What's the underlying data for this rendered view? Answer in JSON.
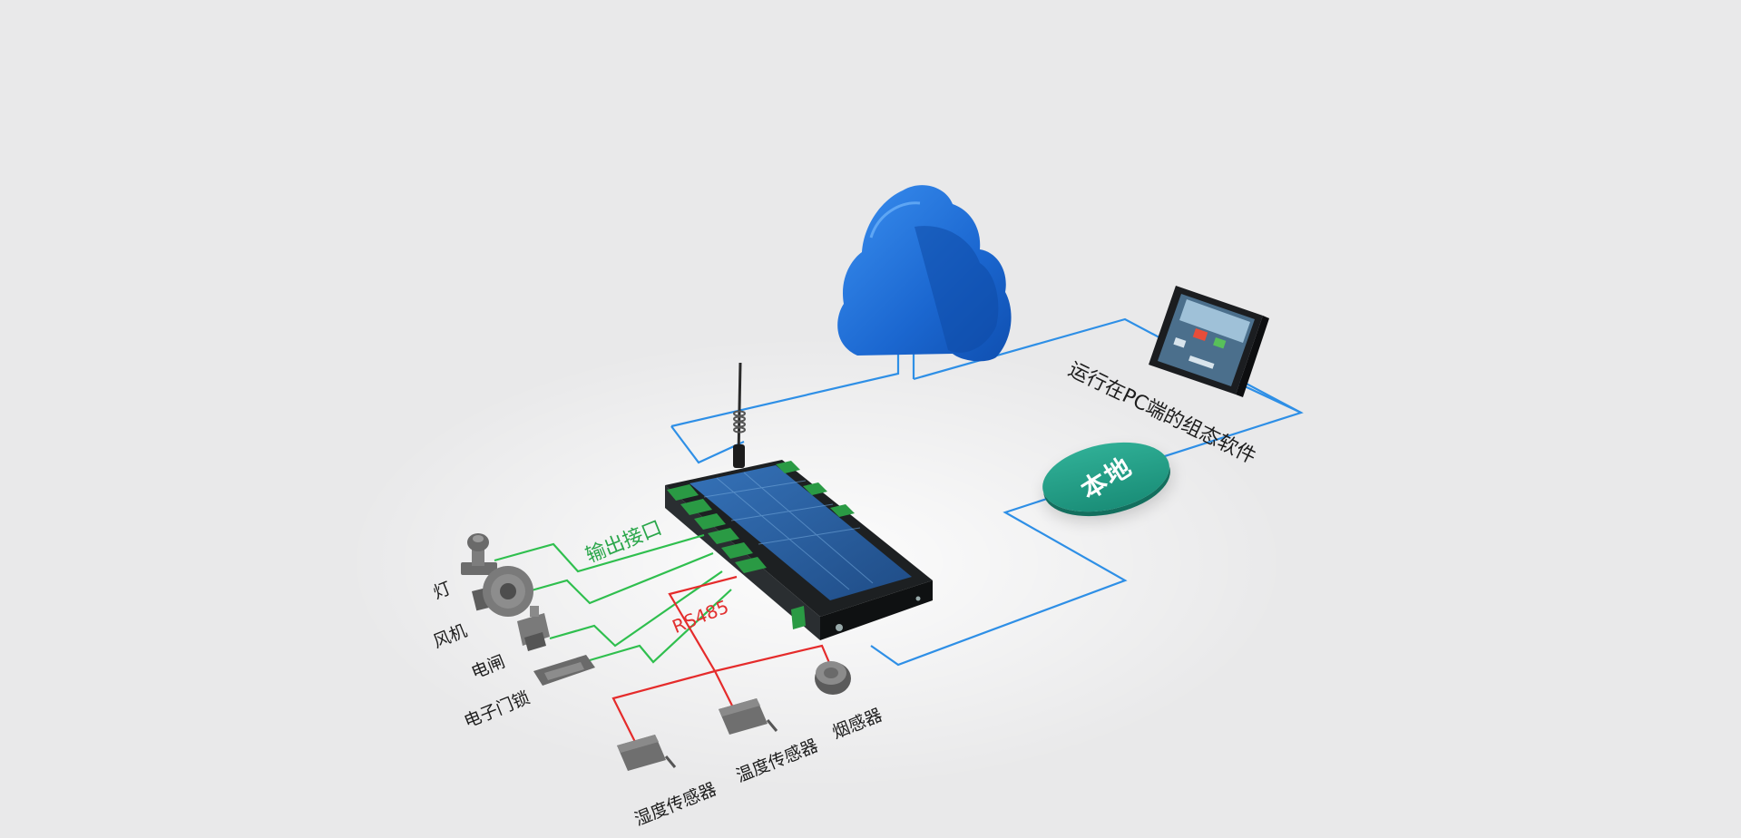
{
  "labels": {
    "output_interface": "输出接口",
    "rs485": "RS485",
    "pc_software": "运行在PC端的组态软件",
    "local": "本地"
  },
  "devices": {
    "light": "灯",
    "fan": "风机",
    "switch": "电闸",
    "door_lock": "电子门锁",
    "humidity_sensor": "湿度传感器",
    "temperature_sensor": "温度传感器",
    "smoke_detector": "烟感器"
  },
  "colors": {
    "background": "#e9e9ea",
    "green_line": "#2fbf4e",
    "red_line": "#e52b2b",
    "blue_line": "#2e8fe6",
    "cloud": "#1f73d8",
    "badge": "#23a088",
    "device_body": "#232628",
    "device_panel": "#2a5f9e"
  },
  "icons": [
    "cloud-icon",
    "antenna-icon",
    "lamp-icon",
    "fan-icon",
    "breaker-icon",
    "door-lock-icon",
    "sensor-icon",
    "smoke-detector-icon",
    "touchscreen-icon"
  ]
}
